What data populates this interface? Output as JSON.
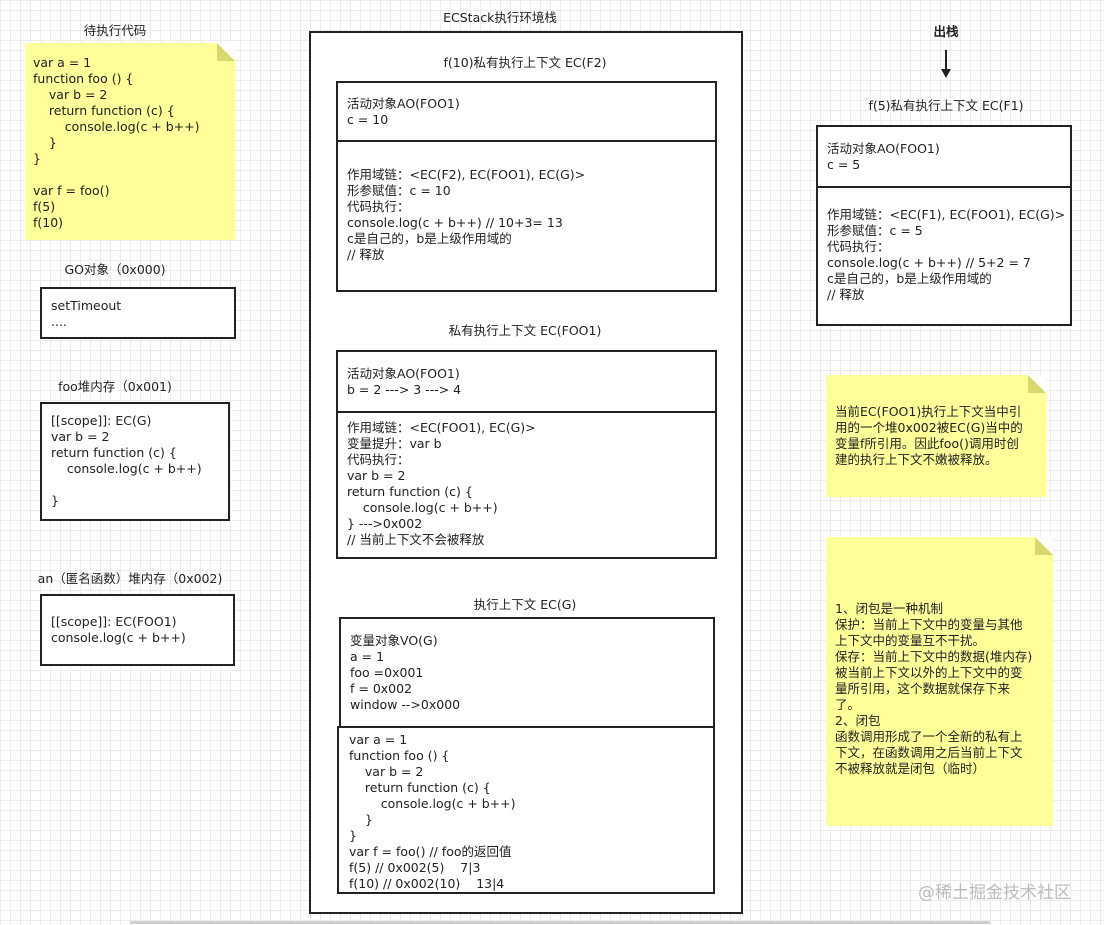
{
  "pending": {
    "title": "待执行代码",
    "lines": [
      "var a = 1",
      "function foo () {",
      "    var b = 2",
      "    return function (c) {",
      "        console.log(c + b++)",
      "    }",
      "}",
      "",
      "var f = foo()",
      "f(5)",
      "f(10)"
    ]
  },
  "go": {
    "title": "GO对象（0x000)",
    "lines": [
      "setTimeout",
      "...."
    ]
  },
  "foo_heap": {
    "title": "foo堆内存（0x001)",
    "lines": [
      "[[scope]]: EC(G)",
      "var b = 2",
      "return function (c) {",
      "    console.log(c + b++)",
      "",
      "}"
    ]
  },
  "an_heap": {
    "title": "an（匿名函数）堆内存（0x002)",
    "lines": [
      "[[scope]]: EC(FOO1)",
      "console.log(c + b++)"
    ]
  },
  "ecstack": {
    "title": "ECStack执行环境栈",
    "f10": {
      "title": "f(10)私有执行上下文 EC(F2)",
      "ao": [
        "活动对象AO(FOO1)",
        "c = 10"
      ],
      "body": [
        "作用域链：<EC(F2), EC(FOO1), EC(G)>",
        "形参赋值：c = 10",
        "代码执行：",
        "console.log(c + b++) // 10+3= 13",
        "c是自己的，b是上级作用域的",
        "// 释放"
      ]
    },
    "foo1": {
      "title": "私有执行上下文 EC(FOO1)",
      "ao": [
        "活动对象AO(FOO1)",
        "b = 2 ---> 3 ---> 4"
      ],
      "body": [
        "作用域链：<EC(FOO1), EC(G)>",
        "变量提升：var b",
        "代码执行：",
        "var b = 2",
        "return function (c) {",
        "    console.log(c + b++)",
        "} --->0x002",
        "// 当前上下文不会被释放"
      ]
    },
    "global": {
      "title": "执行上下文 EC(G)",
      "vo": [
        "变量对象VO(G)",
        "a = 1",
        "foo =0x001",
        "f = 0x002",
        "window -->0x000"
      ],
      "code": [
        "var a = 1",
        "function foo () {",
        "    var b = 2",
        "    return function (c) {",
        "        console.log(c + b++)",
        "    }",
        "}",
        "var f = foo() // foo的返回值",
        "f(5) // 0x002(5)    7|3",
        "f(10) // 0x002(10)    13|4"
      ]
    }
  },
  "pop": {
    "label": "出栈"
  },
  "f5": {
    "title": "f(5)私有执行上下文 EC(F1)",
    "ao": [
      "活动对象AO(FOO1)",
      "c = 5"
    ],
    "body": [
      "作用域链：<EC(F1), EC(FOO1), EC(G)>",
      "形参赋值：c = 5",
      "代码执行：",
      "console.log(c + b++) // 5+2 = 7",
      "c是自己的，b是上级作用域的",
      "// 释放"
    ]
  },
  "note1": {
    "lines": [
      "当前EC(FOO1)执行上下文当中引",
      "用的一个堆0x002被EC(G)当中的",
      "变量f所引用。因此foo()调用时创",
      "建的执行上下文不嫩被释放。"
    ]
  },
  "note2": {
    "lines": [
      "1、闭包是一种机制",
      "保护：当前上下文中的变量与其他",
      "上下文中的变量互不干扰。",
      "保存：当前上下文中的数据(堆内存)",
      "被当前上下文以外的上下文中的变",
      "量所引用，这个数据就保存下来",
      "了。",
      "2、闭包",
      "函数调用形成了一个全新的私有上",
      "下文，在函数调用之后当前上下文",
      "不被释放就是闭包（临时）"
    ]
  },
  "watermark": "@稀土掘金技术社区"
}
